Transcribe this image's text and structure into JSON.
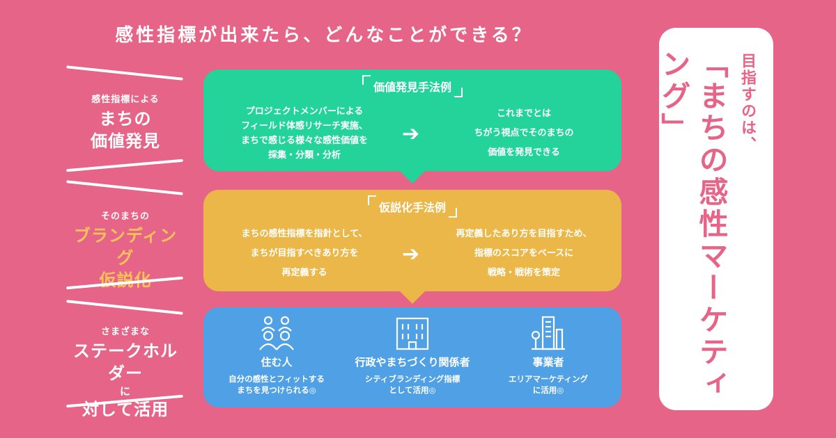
{
  "headline": "感性指標が出来たら、どんなことができる？",
  "labels": [
    {
      "small": "感性指標による",
      "big_lines": [
        "まちの",
        "価値発見"
      ]
    },
    {
      "small": "そのまちの",
      "big_lines": [
        "ブランディング",
        "仮説化"
      ]
    },
    {
      "small": "さまざまな",
      "big_lines": [
        "ステークホルダー",
        "に",
        "対して活用"
      ]
    }
  ],
  "panels": {
    "discovery": {
      "title": "価値発見手法例",
      "left": "プロジェクトメンバーによる\nフィールド体感リサーチ実施、\nまちで感じる様々な感性価値を\n採集・分類・分析",
      "arrow": "➔",
      "right": "これまでとは\nちがう視点でそのまちの\n価値を発見できる"
    },
    "hypothesis": {
      "title": "仮説化手法例",
      "left": "まちの感性指標を指針として、\nまちが目指すべきあり方を\n再定義する",
      "arrow": "➔",
      "right": "再定義したあり方を目指すため、\n指標のスコアをベースに\n戦略・戦術を策定"
    },
    "stakeholders": [
      {
        "icon": "people-icon",
        "name": "住む人",
        "desc": "自分の感性とフィットする\nまちを見つけられる◎"
      },
      {
        "icon": "building-icon",
        "name": "行政やまちづくり関係者",
        "desc": "シティブランディング指標\nとして活用◎"
      },
      {
        "icon": "city-icon",
        "name": "事業者",
        "desc": "エリアマーケティング\nに活用◎"
      }
    ]
  },
  "goal": {
    "sub": "目指すのは、",
    "main": "「まちの感性マーケティング」"
  },
  "colors": {
    "background": "#E56487",
    "green": "#24D39A",
    "yellow": "#EAB748",
    "blue": "#4FA0E4",
    "label_yellow": "#F7C35A"
  }
}
